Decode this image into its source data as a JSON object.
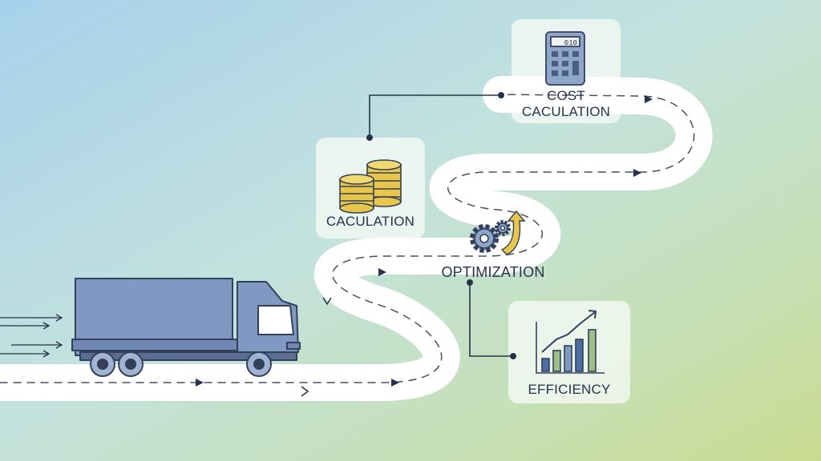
{
  "stages": {
    "cost_calculation": {
      "line1": "COST",
      "line2": "CACULATION",
      "icon": "calculator-icon",
      "display": "010"
    },
    "calculation": {
      "label": "CACULATION",
      "icon": "coin-stacks-icon"
    },
    "optimization": {
      "label": "OPTIMIZATION",
      "icon": "gears-arrow-icon"
    },
    "efficiency": {
      "label": "EFFICIENCY",
      "icon": "bar-chart-up-icon"
    }
  },
  "colors": {
    "truck": "#7f99c2",
    "road": "#ffffff",
    "ink": "#26324a",
    "coins": "#e8c64a",
    "accent_green": "#9cbf86",
    "bg_left": "#a8d2ea",
    "bg_right": "#c9dc92"
  }
}
